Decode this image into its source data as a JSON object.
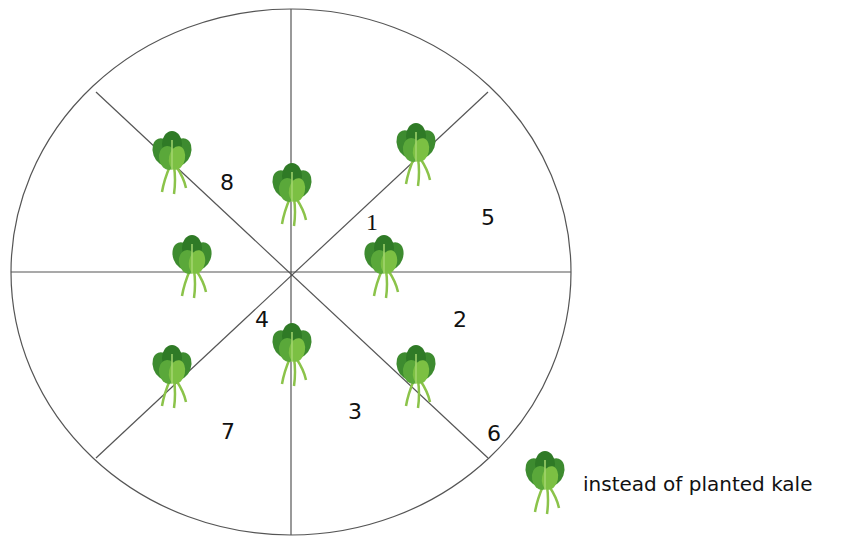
{
  "diagram": {
    "labels": [
      "8",
      "1",
      "5",
      "4",
      "2",
      "3",
      "7",
      "6"
    ],
    "legend": [
      {
        "text": "instead of planted kale"
      }
    ]
  }
}
